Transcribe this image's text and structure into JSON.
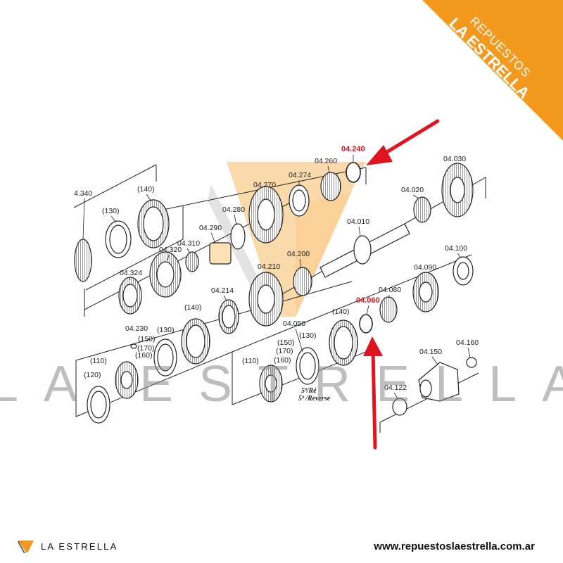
{
  "brand": {
    "ribbon_line1": "REPUESTOS",
    "ribbon_line2": "LA ESTRELLA",
    "watermark_text": "LA ESTRELLA",
    "footer_name": "LA ESTRELLA",
    "website": "www.repuestoslaestrella.com.ar",
    "colors": {
      "orange": "#f39a1e",
      "red_arrow": "#e0141e",
      "highlight": "#e0141e"
    }
  },
  "diagram": {
    "labels": [
      {
        "id": "04-340",
        "text": "4.340"
      },
      {
        "id": "140-a",
        "text": "(140)"
      },
      {
        "id": "130-a",
        "text": "(130)"
      },
      {
        "id": "04-320",
        "text": "04.320"
      },
      {
        "id": "04-324",
        "text": "04.324"
      },
      {
        "id": "04-310",
        "text": "04.310"
      },
      {
        "id": "04-290",
        "text": "04.290"
      },
      {
        "id": "04-280",
        "text": "04.280"
      },
      {
        "id": "04-270",
        "text": "04.270"
      },
      {
        "id": "04-274",
        "text": "04.274"
      },
      {
        "id": "04-260",
        "text": "04.260"
      },
      {
        "id": "04-240",
        "text": "04.240",
        "highlight": true
      },
      {
        "id": "04-030",
        "text": "04.030"
      },
      {
        "id": "04-020",
        "text": "04.020"
      },
      {
        "id": "04-010",
        "text": "04.010"
      },
      {
        "id": "04-200",
        "text": "04.200"
      },
      {
        "id": "04-210",
        "text": "04.210"
      },
      {
        "id": "04-214",
        "text": "04.214"
      },
      {
        "id": "140-b",
        "text": "(140)"
      },
      {
        "id": "04-230",
        "text": "04.230"
      },
      {
        "id": "130-b",
        "text": "(130)"
      },
      {
        "id": "150-a",
        "text": "(150)"
      },
      {
        "id": "170-a",
        "text": "(170)"
      },
      {
        "id": "160-a",
        "text": "(160)"
      },
      {
        "id": "110-a",
        "text": "(110)"
      },
      {
        "id": "120-a",
        "text": "(120)"
      },
      {
        "id": "04-050",
        "text": "04.050"
      },
      {
        "id": "140-c",
        "text": "(140)"
      },
      {
        "id": "130-c",
        "text": "(130)"
      },
      {
        "id": "150-b",
        "text": "(150)"
      },
      {
        "id": "170-b",
        "text": "(170)"
      },
      {
        "id": "160-b",
        "text": "(160)"
      },
      {
        "id": "110-b",
        "text": "(110)"
      },
      {
        "id": "04-060",
        "text": "04.060",
        "highlight": true
      },
      {
        "id": "04-080",
        "text": "04.080"
      },
      {
        "id": "04-090",
        "text": "04.090"
      },
      {
        "id": "04-100",
        "text": "04.100"
      },
      {
        "id": "04-150",
        "text": "04.150"
      },
      {
        "id": "04-160",
        "text": "04.160"
      },
      {
        "id": "04-122",
        "text": "04.122"
      }
    ],
    "reverse_note_line1": "5ª/Ré",
    "reverse_note_line2": "5ª /Reverse"
  }
}
